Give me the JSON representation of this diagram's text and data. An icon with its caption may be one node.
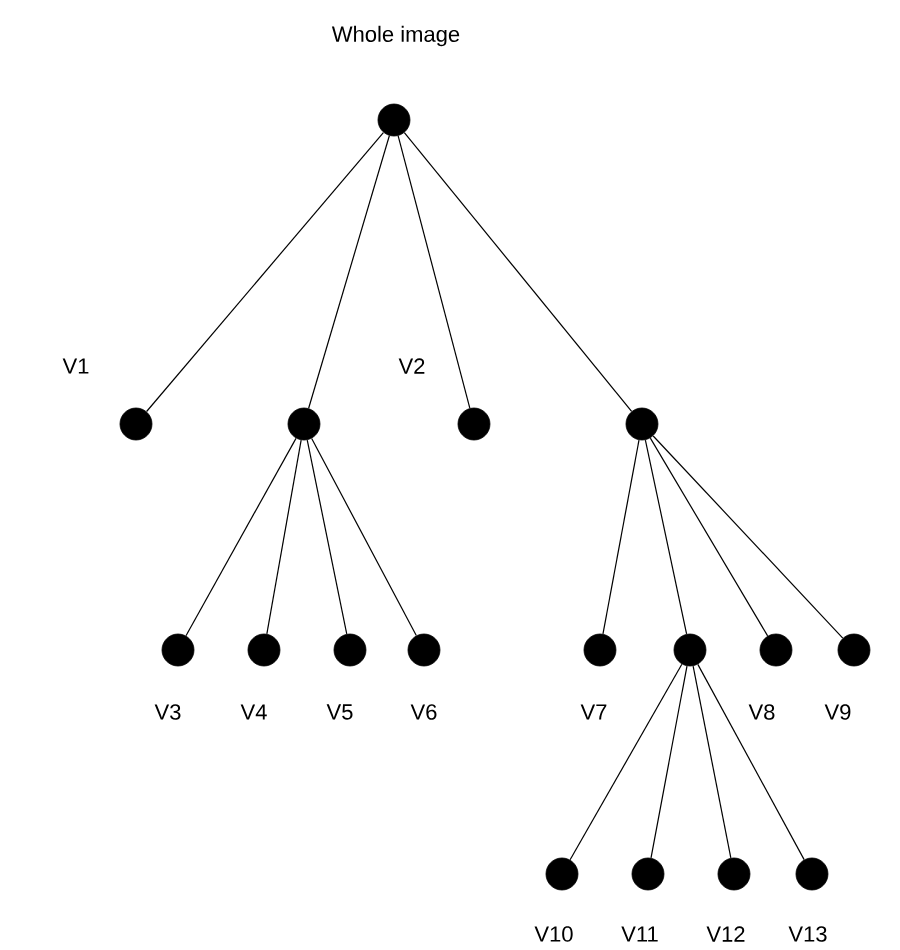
{
  "diagram": {
    "nodes": [
      {
        "text": [],
        "shape": "circle",
        "beside": [
          "Whole image"
        ]
      },
      {
        "text": [],
        "shape": "circle",
        "beside": [
          "V1"
        ]
      },
      {
        "text": [],
        "shape": "circle"
      },
      {
        "text": [],
        "shape": "circle",
        "beside": [
          "V2"
        ]
      },
      {
        "text": [],
        "shape": "circle"
      },
      {
        "text": [],
        "shape": "circle",
        "beside": [
          "V3"
        ]
      },
      {
        "text": [],
        "shape": "circle",
        "beside": [
          "V4"
        ]
      },
      {
        "text": [],
        "shape": "circle",
        "beside": [
          "V5"
        ]
      },
      {
        "text": [],
        "shape": "circle",
        "beside": [
          "V6"
        ]
      },
      {
        "text": [],
        "shape": "circle",
        "beside": [
          "V7"
        ]
      },
      {
        "text": [],
        "shape": "circle"
      },
      {
        "text": [],
        "shape": "circle",
        "beside": [
          "V8"
        ]
      },
      {
        "text": [],
        "shape": "circle",
        "beside": [
          "V9"
        ]
      },
      {
        "text": [],
        "shape": "circle",
        "beside": [
          "V10"
        ]
      },
      {
        "text": [],
        "shape": "circle",
        "beside": [
          "V11"
        ]
      },
      {
        "text": [],
        "shape": "circle",
        "beside": [
          "V12"
        ]
      },
      {
        "text": [],
        "shape": "circle",
        "beside": [
          "V13"
        ]
      }
    ],
    "edges": [
      {
        "from": 0,
        "to": 1,
        "arrow": "none"
      },
      {
        "from": 0,
        "to": 2,
        "arrow": "none"
      },
      {
        "from": 0,
        "to": 3,
        "arrow": "none"
      },
      {
        "from": 0,
        "to": 4,
        "arrow": "none"
      },
      {
        "from": 2,
        "to": 5,
        "arrow": "none"
      },
      {
        "from": 2,
        "to": 6,
        "arrow": "none"
      },
      {
        "from": 2,
        "to": 7,
        "arrow": "none"
      },
      {
        "from": 2,
        "to": 8,
        "arrow": "none"
      },
      {
        "from": 4,
        "to": 9,
        "arrow": "none"
      },
      {
        "from": 4,
        "to": 10,
        "arrow": "none"
      },
      {
        "from": 4,
        "to": 11,
        "arrow": "none"
      },
      {
        "from": 4,
        "to": 12,
        "arrow": "none"
      },
      {
        "from": 10,
        "to": 13,
        "arrow": "none"
      },
      {
        "from": 10,
        "to": 14,
        "arrow": "none"
      },
      {
        "from": 10,
        "to": 15,
        "arrow": "none"
      },
      {
        "from": 10,
        "to": 16,
        "arrow": "none"
      }
    ]
  }
}
